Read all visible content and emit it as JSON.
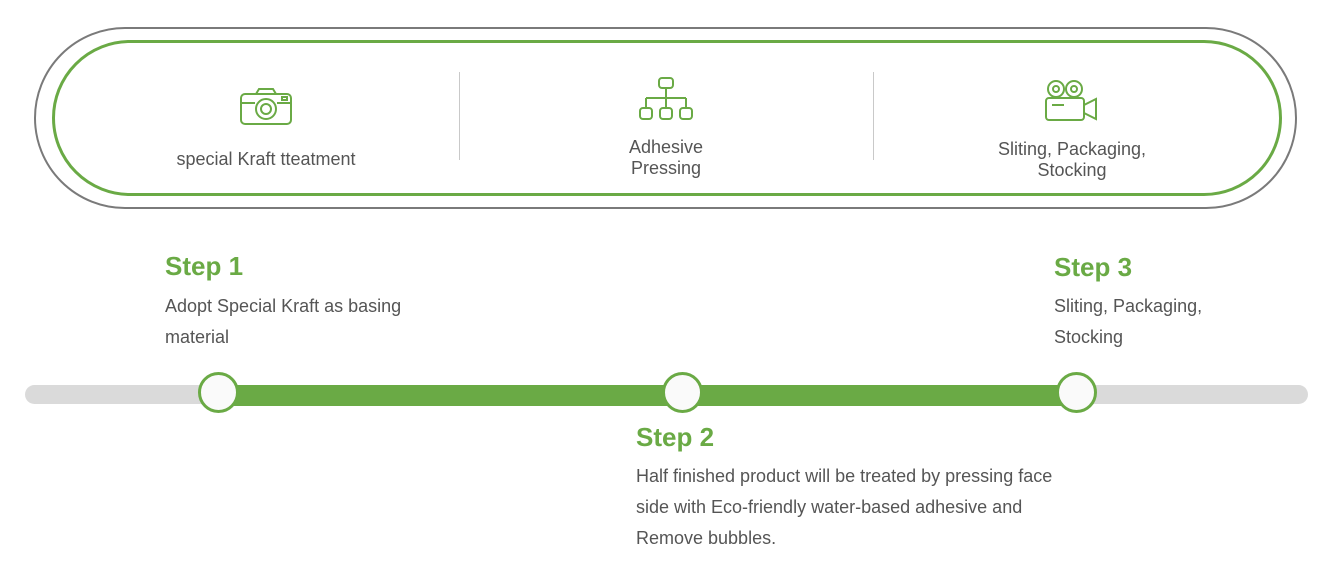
{
  "features": [
    {
      "icon": "camera-icon",
      "label": "special  Kraft    tteatment"
    },
    {
      "icon": "sitemap-icon",
      "label": "Adhesive\nPressing"
    },
    {
      "icon": "video-camera-icon",
      "label": "Sliting, Packaging,\nStocking"
    }
  ],
  "steps": [
    {
      "title": "Step 1",
      "description": "Adopt Special Kraft as basing\nmaterial"
    },
    {
      "title": "Step 2",
      "description": "Half finished product will be treated by pressing face\nside with Eco-friendly water-based adhesive and\nRemove bubbles."
    },
    {
      "title": "Step 3",
      "description": "Sliting, Packaging,\nStocking"
    }
  ],
  "colors": {
    "accent": "#6aaa45",
    "outline": "#7a7a7a",
    "track": "#dadada",
    "text": "#555555"
  }
}
